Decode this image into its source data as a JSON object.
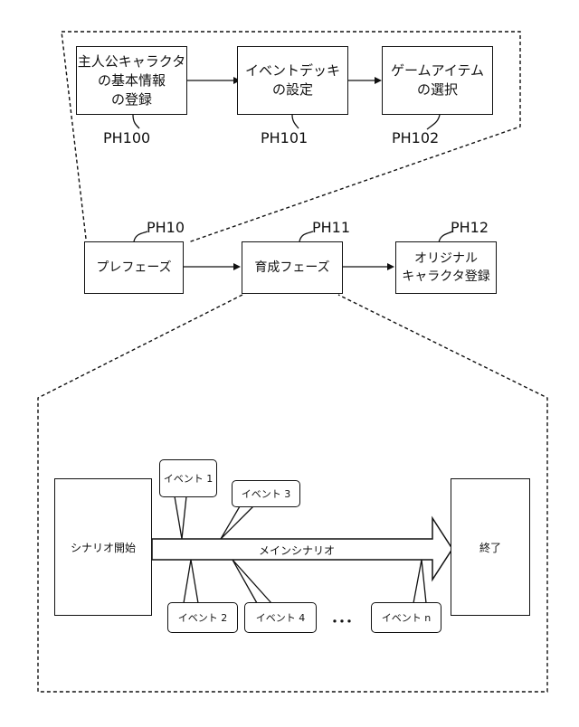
{
  "pre_phase_detail": {
    "steps": [
      {
        "label": "主人公キャラクタ\nの基本情報\nの登録",
        "ref": "PH100"
      },
      {
        "label": "イベントデッキ\nの設定",
        "ref": "PH101"
      },
      {
        "label": "ゲームアイテム\nの選択",
        "ref": "PH102"
      }
    ]
  },
  "phases": [
    {
      "label": "プレフェーズ",
      "ref": "PH10"
    },
    {
      "label": "育成フェーズ",
      "ref": "PH11"
    },
    {
      "label": "オリジナル\nキャラクタ登録",
      "ref": "PH12"
    }
  ],
  "training_detail": {
    "start_label": "シナリオ開始",
    "end_label": "終了",
    "main_label": "メインシナリオ",
    "events": [
      "イベント 1",
      "イベント 2",
      "イベント 3",
      "イベント 4",
      "イベント n"
    ],
    "ellipsis": "･･･"
  }
}
